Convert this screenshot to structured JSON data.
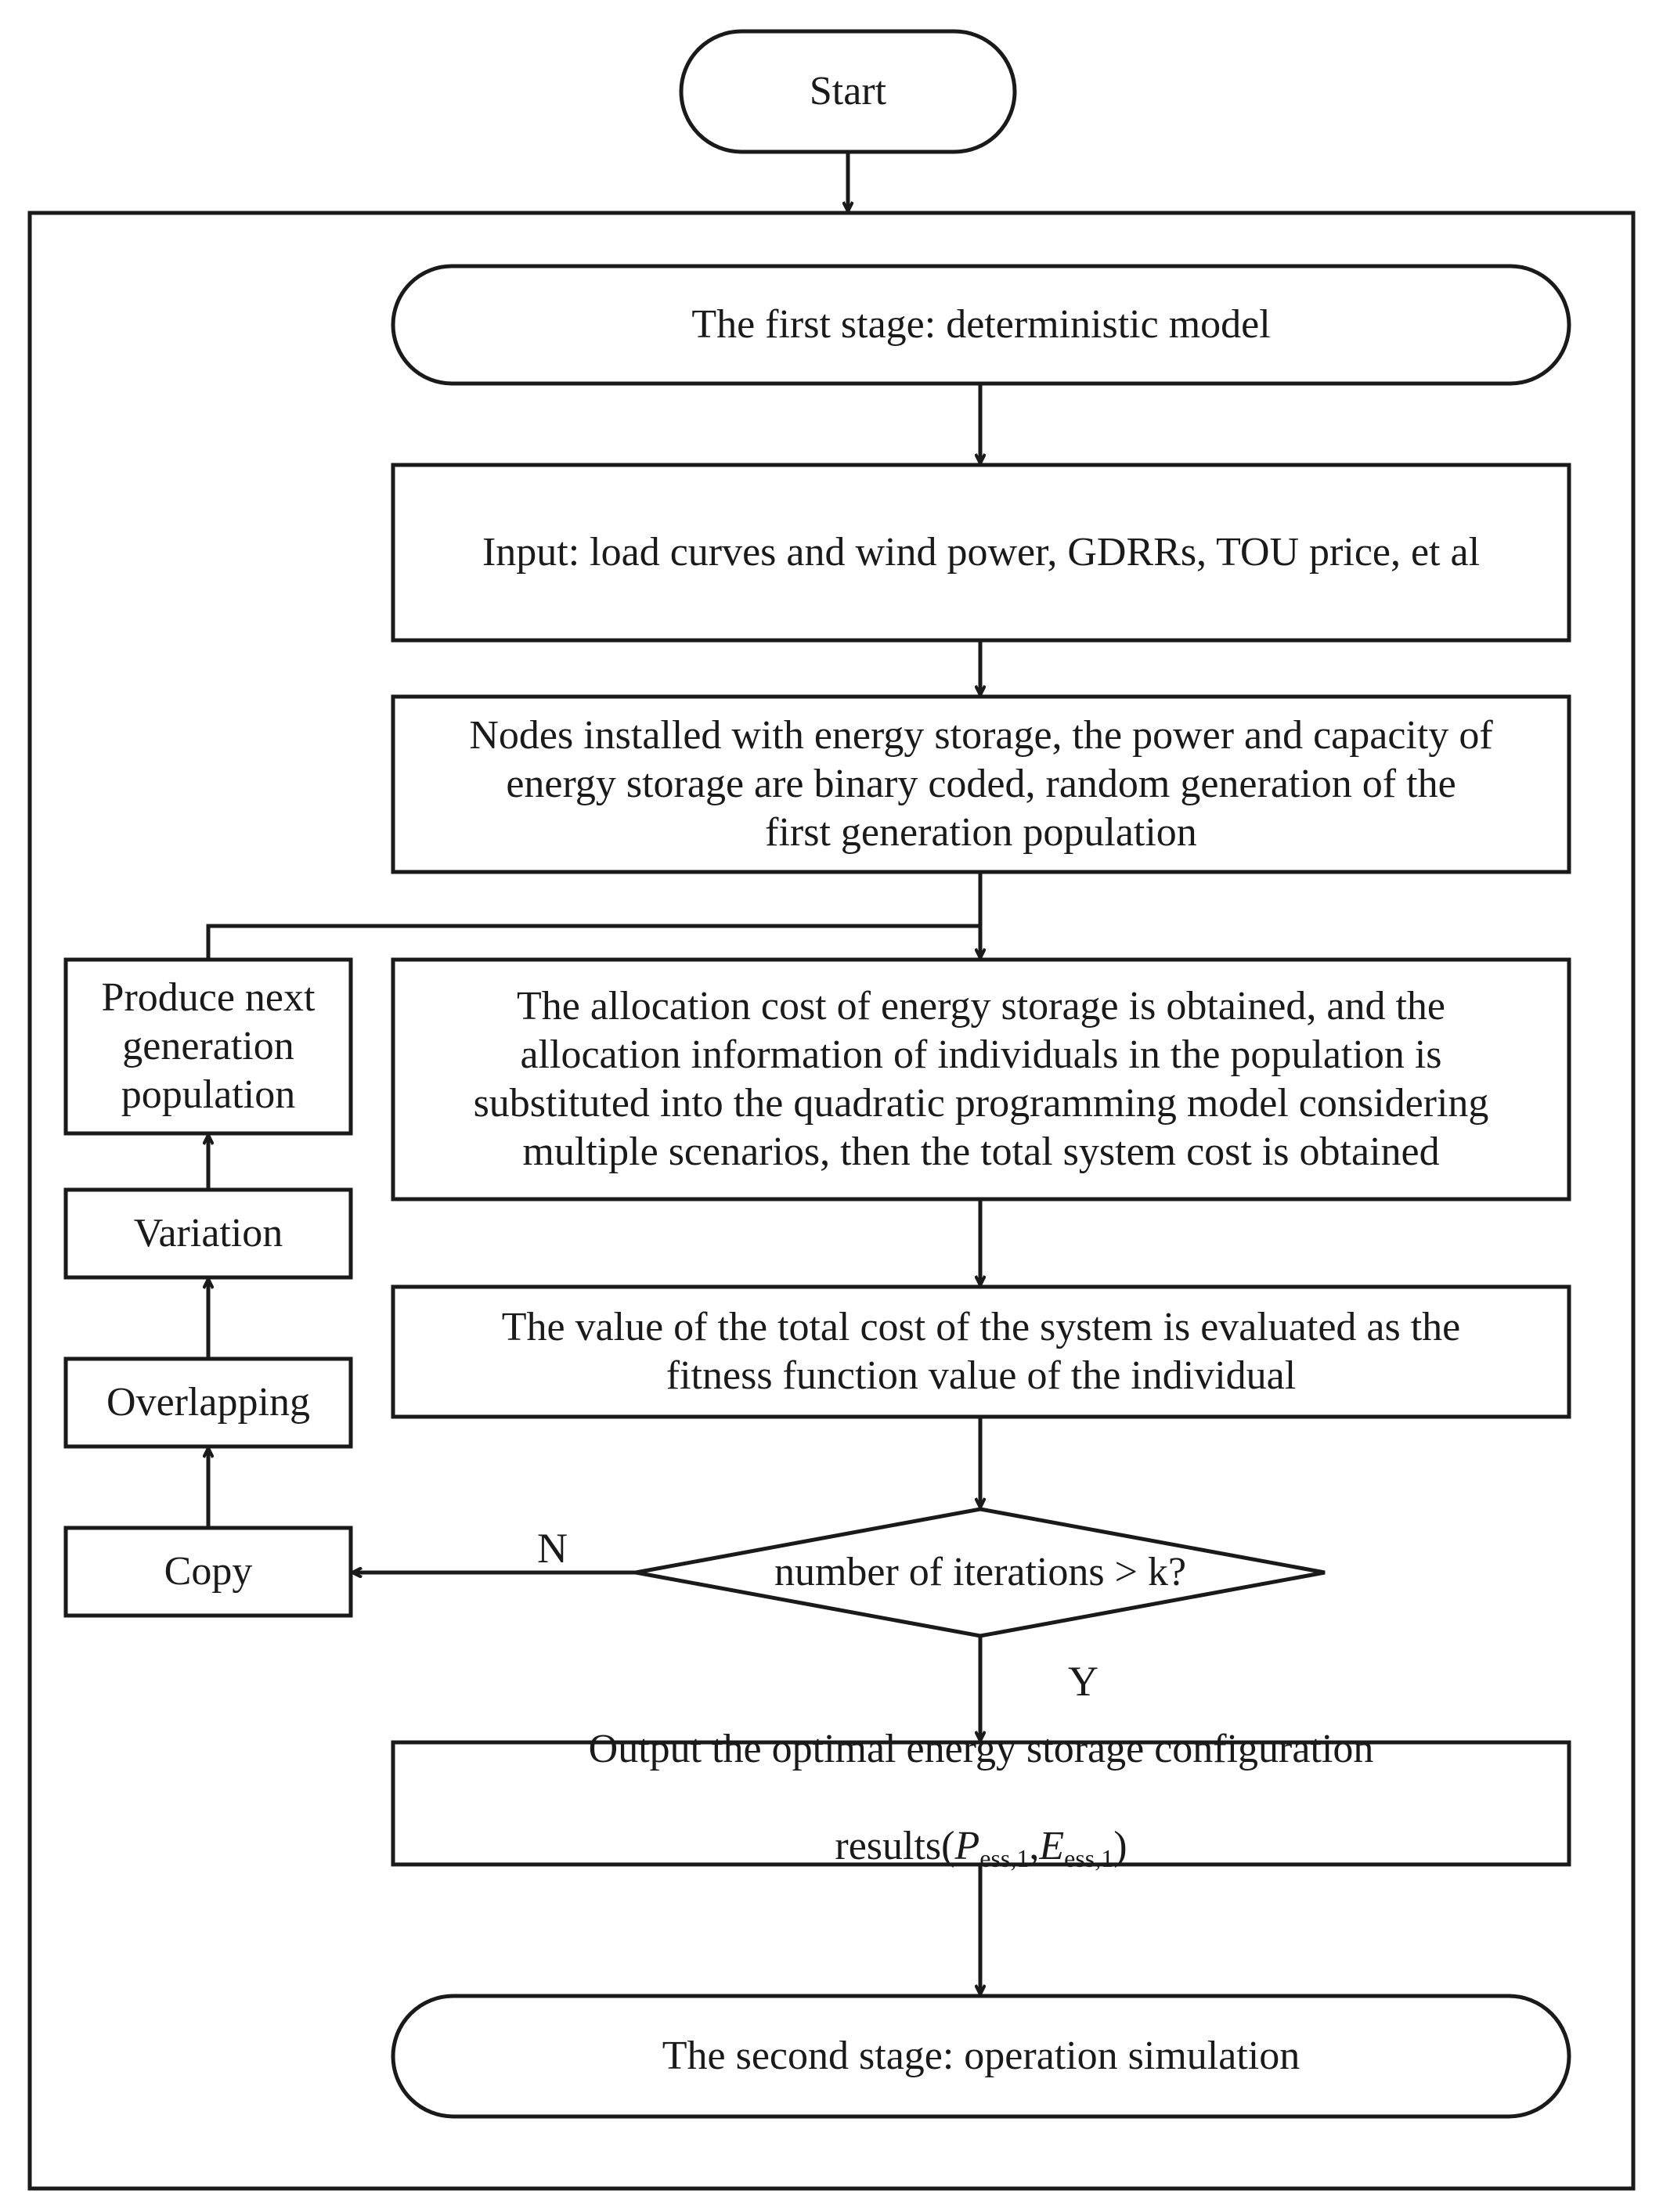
{
  "nodes": {
    "start": "Start",
    "first_stage": "The first stage: deterministic model",
    "input": "Input: load curves and wind power, GDRRs, TOU price, et al",
    "encode": "Nodes installed with energy storage, the power and capacity of\nenergy storage are binary coded, random generation of the\nfirst generation population",
    "allocation": "The allocation cost of energy storage is obtained, and the\nallocation information of individuals in the population is\nsubstituted into the quadratic programming model considering\nmultiple scenarios, then the total system cost is obtained",
    "fitness": "The value of the total cost of the system is evaluated as the\nfitness function value of the individual",
    "decision": "number of iterations > k?",
    "output_line1": "Output the optimal energy storage configuration",
    "output_prefix": "results(",
    "output_p": "P",
    "output_p_sub": "ess,1",
    "output_comma": ",",
    "output_e": "E",
    "output_e_sub": "ess,1",
    "output_suffix": ")",
    "second_stage": "The second stage: operation simulation",
    "produce_next": "Produce next\ngeneration\npopulation",
    "variation": "Variation",
    "overlapping": "Overlapping",
    "copy": "Copy"
  },
  "edge_labels": {
    "no": "N",
    "yes": "Y"
  }
}
